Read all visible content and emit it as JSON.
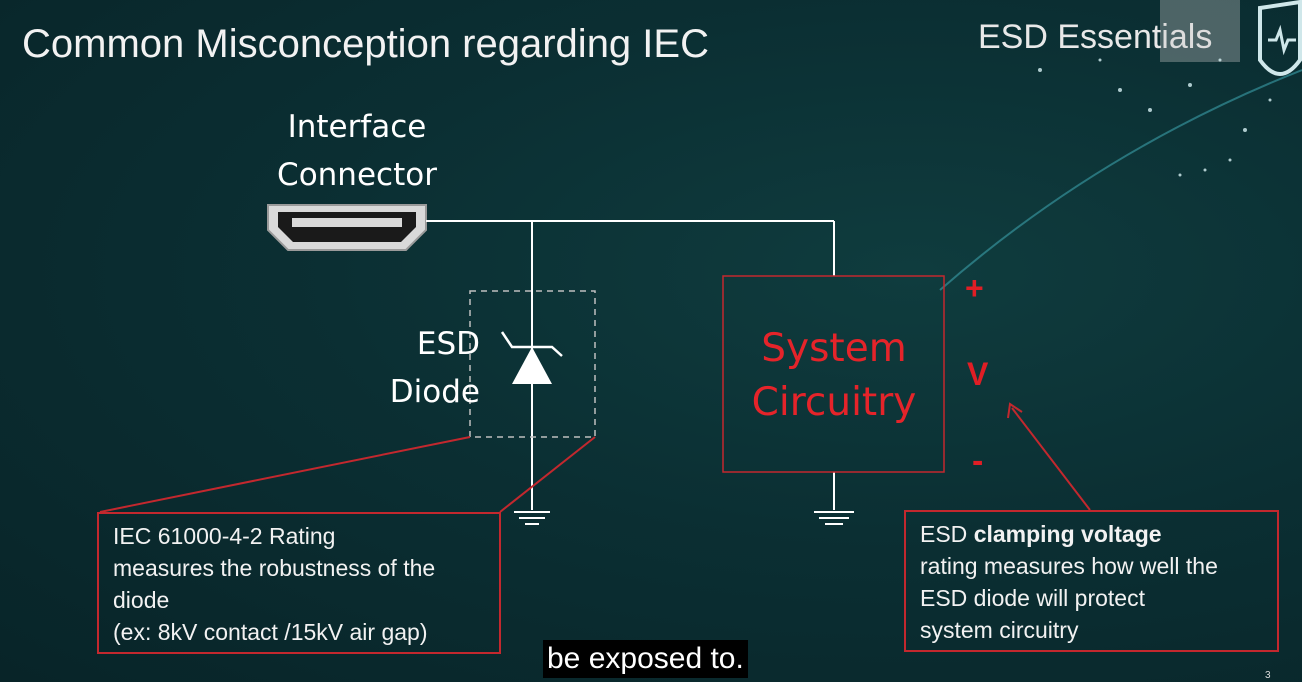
{
  "slide": {
    "title": "Common Misconception regarding IEC",
    "brand": "ESD Essentials",
    "page_number": "3"
  },
  "diagram": {
    "connector_label_line1": "Interface",
    "connector_label_line2": "Connector",
    "diode_label_line1": "ESD",
    "diode_label_line2": "Diode",
    "system_label_line1": "System",
    "system_label_line2": "Circuitry",
    "voltage_plus": "+",
    "voltage_label": "V",
    "voltage_minus": "-"
  },
  "callouts": {
    "left": {
      "line1": "IEC 61000-4-2 Rating",
      "line2": "measures the robustness of the",
      "line3": "diode",
      "line4": "(ex: 8kV contact /15kV air gap)"
    },
    "right": {
      "prefix": "ESD ",
      "bold": "clamping voltage",
      "line2": "rating measures how well the",
      "line3": "ESD diode will protect",
      "line4": "system circuitry"
    }
  },
  "caption": "be exposed to.",
  "colors": {
    "background": "#0b2f33",
    "accent_red": "#e5242a",
    "callout_border": "#c3282e",
    "text": "#ffffff"
  }
}
